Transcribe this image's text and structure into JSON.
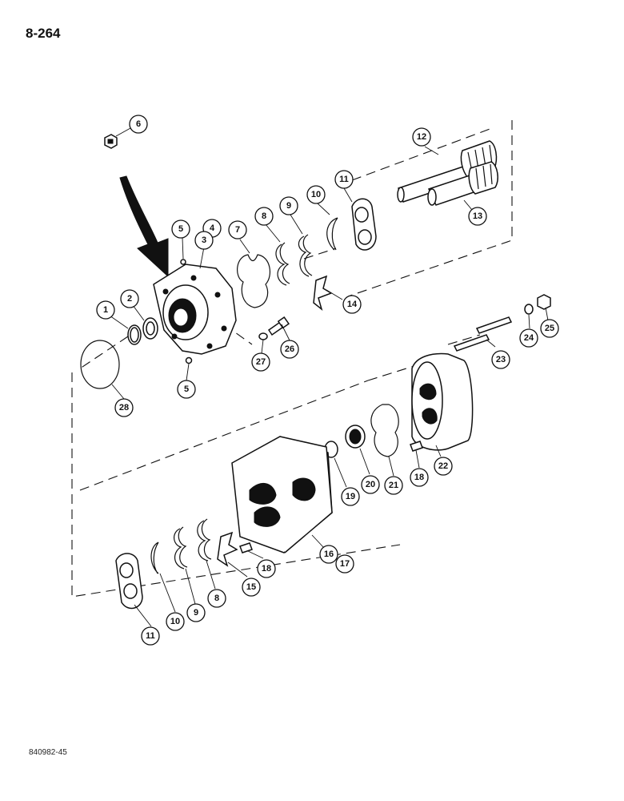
{
  "page": {
    "number": "8-264",
    "figure_code": "840982-45"
  },
  "callouts": [
    "6",
    "12",
    "13",
    "11",
    "10",
    "9",
    "8",
    "7",
    "5",
    "4",
    "3",
    "1",
    "2",
    "14",
    "26",
    "27",
    "5",
    "28",
    "25",
    "24",
    "23",
    "22",
    "18",
    "21",
    "20",
    "19",
    "16",
    "17",
    "18",
    "15",
    "8",
    "9",
    "10",
    "11"
  ]
}
